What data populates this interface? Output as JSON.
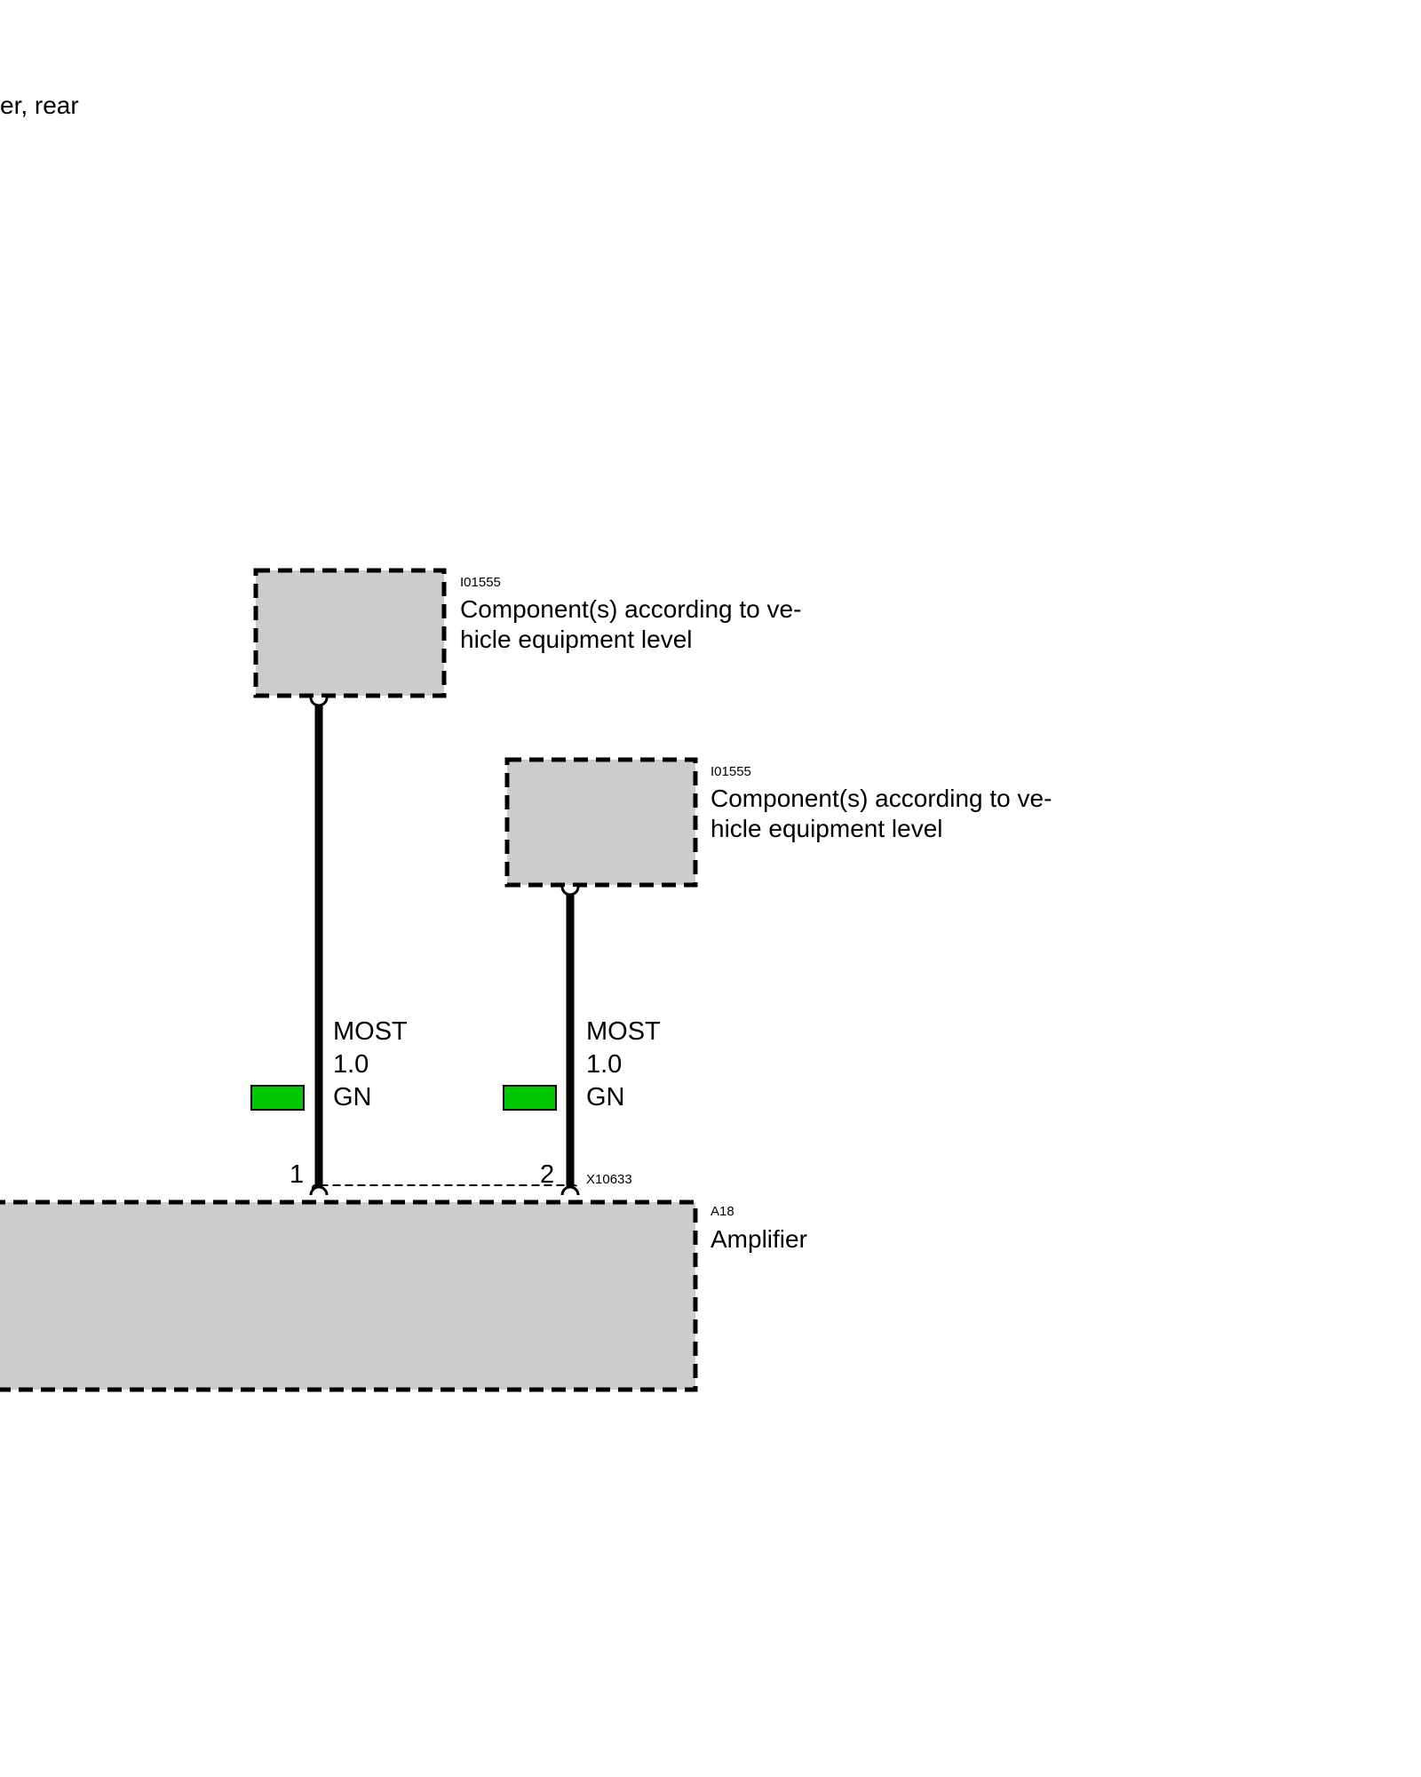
{
  "page_header": {
    "cut_title": "er, rear"
  },
  "components": [
    {
      "id": "I01555",
      "desc_line1": "Component(s) according to ve-",
      "desc_line2": "hicle equipment level"
    },
    {
      "id": "I01555",
      "desc_line1": "Component(s) according to ve-",
      "desc_line2": "hicle equipment level"
    }
  ],
  "amplifier": {
    "id": "A18",
    "name": "Amplifier"
  },
  "connector": {
    "id": "X10633"
  },
  "wires": [
    {
      "pin": "1",
      "type": "MOST",
      "size": "1.0",
      "color_code": "GN",
      "color": "#00c800"
    },
    {
      "pin": "2",
      "type": "MOST",
      "size": "1.0",
      "color_code": "GN",
      "color": "#00c800"
    }
  ],
  "colors": {
    "component_fill": "#cccccc",
    "wire": "#000000"
  }
}
